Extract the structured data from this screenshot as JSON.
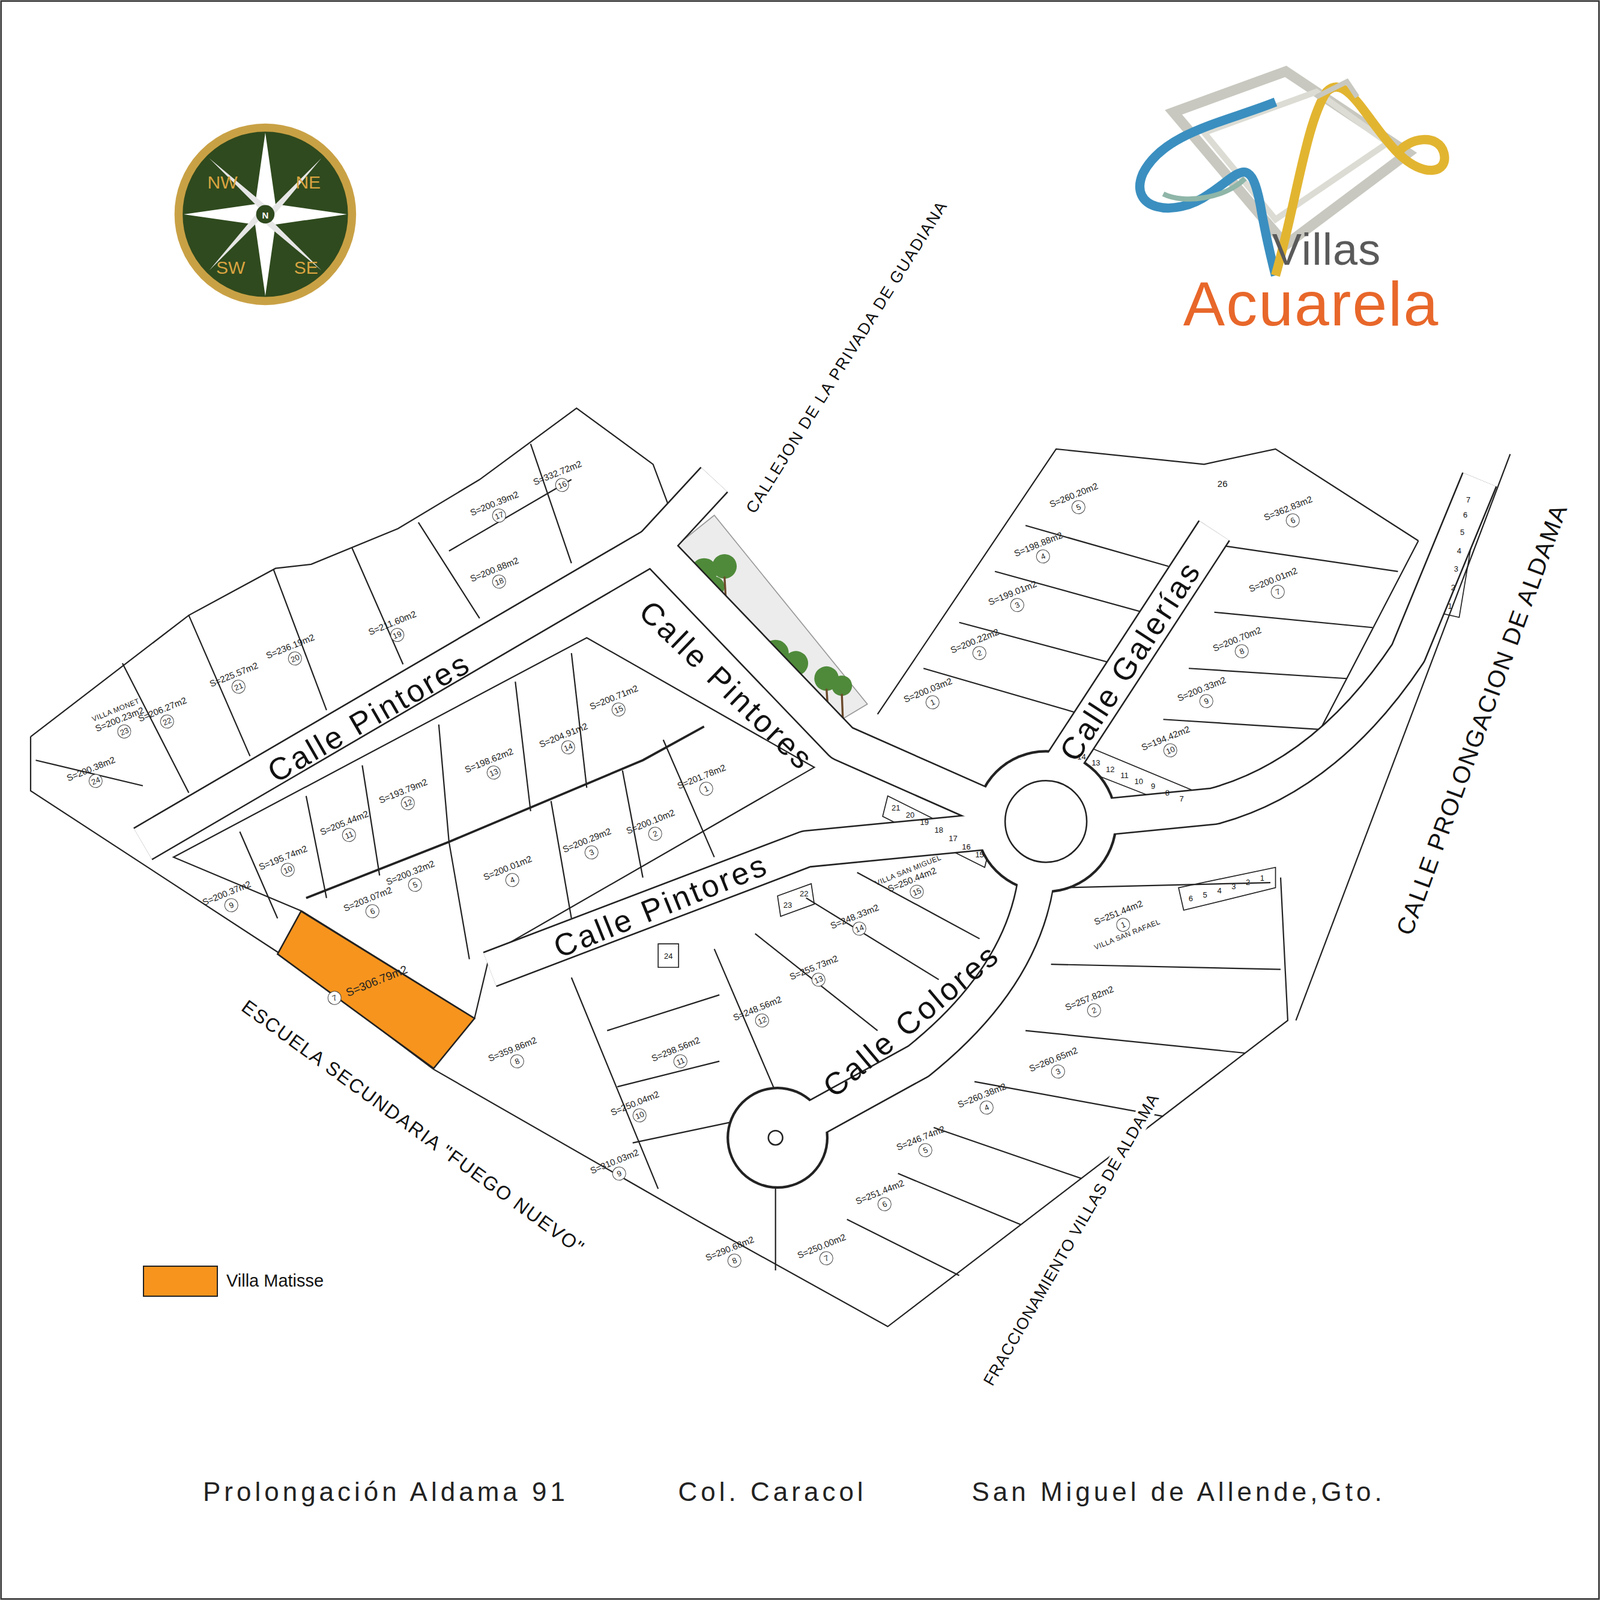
{
  "diagram": {
    "nodes": [
      {
        "text": [
          "S=332.72m2",
          "16"
        ]
      },
      {
        "text": [
          "S=200.39m2",
          "17"
        ]
      },
      {
        "text": [
          "S=200.88m2",
          "18"
        ]
      },
      {
        "text": [
          "S=211.60m2",
          "19"
        ]
      },
      {
        "text": [
          "S=236.19m2",
          "20"
        ]
      },
      {
        "text": [
          "S=225.57m2",
          "21"
        ]
      },
      {
        "text": [
          "S=206.27m2",
          "22"
        ]
      },
      {
        "text": [
          "VILLA MONET",
          "S=200.23m2",
          "23"
        ]
      },
      {
        "text": [
          "S=200.38m2",
          "24"
        ]
      },
      {
        "text": [
          "S=200.71m2",
          "15"
        ]
      },
      {
        "text": [
          "S=204.91m2",
          "14"
        ]
      },
      {
        "text": [
          "S=198.62m2",
          "13"
        ]
      },
      {
        "text": [
          "S=193.79m2",
          "12"
        ]
      },
      {
        "text": [
          "S=205.44m2",
          "11"
        ]
      },
      {
        "text": [
          "S=201.78m2",
          "1"
        ]
      },
      {
        "text": [
          "S=200.10m2",
          "2"
        ]
      },
      {
        "text": [
          "S=200.29m2",
          "3"
        ]
      },
      {
        "text": [
          "S=200.01m2",
          "4"
        ]
      },
      {
        "text": [
          "S=200.32m2",
          "5"
        ]
      },
      {
        "text": [
          "S=203.07m2",
          "6"
        ]
      },
      {
        "text": [
          "S=195.74m2",
          "10"
        ]
      },
      {
        "text": [
          "S=200.37m2",
          "9"
        ]
      },
      {
        "text": [
          "7",
          "S=306.79m2"
        ]
      },
      {
        "text": [
          "S=359.86m2",
          "8"
        ]
      },
      {
        "text": [
          "S=260.20m2",
          "5"
        ]
      },
      {
        "text": [
          "S=198.88m2",
          "4"
        ]
      },
      {
        "text": [
          "S=199.01m2",
          "3"
        ]
      },
      {
        "text": [
          "S=200.22m2",
          "2"
        ]
      },
      {
        "text": [
          "S=200.03m2",
          "1"
        ]
      },
      {
        "text": [
          "S=362.83m2",
          "6"
        ]
      },
      {
        "text": [
          "S=200.01m2",
          "7"
        ]
      },
      {
        "text": [
          "S=200.70m2",
          "8"
        ]
      },
      {
        "text": [
          "S=200.33m2",
          "9"
        ]
      },
      {
        "text": [
          "S=194.42m2",
          "10"
        ]
      },
      {
        "text": [
          "VILLA SAN MIGUEL",
          "S=250.44m2",
          "15"
        ]
      },
      {
        "text": [
          "S=248.33m2",
          "14"
        ]
      },
      {
        "text": [
          "S=255.73m2",
          "13"
        ]
      },
      {
        "text": [
          "S=248.56m2",
          "12"
        ]
      },
      {
        "text": [
          "S=298.56m2",
          "11"
        ]
      },
      {
        "text": [
          "S=250.04m2",
          "10"
        ]
      },
      {
        "text": [
          "S=310.03m2",
          "9"
        ]
      },
      {
        "text": [
          "S=251.44m2",
          "1",
          "VILLA SAN RAFAEL"
        ]
      },
      {
        "text": [
          "S=257.82m2",
          "2"
        ]
      },
      {
        "text": [
          "S=260.65m2",
          "3"
        ]
      },
      {
        "text": [
          "S=260.38m2",
          "4"
        ]
      },
      {
        "text": [
          "S=246.74m2",
          "5"
        ]
      },
      {
        "text": [
          "S=251.44m2",
          "6"
        ]
      },
      {
        "text": [
          "S=250.00m2",
          "7"
        ]
      },
      {
        "text": [
          "S=290.68m2",
          "8"
        ]
      }
    ],
    "labels": [
      "Villas",
      "Acuarela",
      "NW",
      "NE",
      "SW",
      "SE",
      "N",
      "CALLEJON DE LA PRIVADA DE GUADIANA",
      "Calle Pintores",
      "Calle Pintores",
      "Calle Galerías",
      "26",
      "CALLE PROLONGACION DE ALDAMA",
      "Calle Pintores",
      "Calle Colores",
      "ESCUELA SECUNDARIA \"FUEGO NUEVO\"",
      "FRACCIONAMIENTO VILLAS DE ALDAMA",
      "1",
      "2",
      "3",
      "4",
      "5",
      "6",
      "7",
      "14",
      "13",
      "12",
      "11",
      "10",
      "9",
      "8",
      "7",
      "21",
      "20",
      "19",
      "18",
      "17",
      "16",
      "15",
      "6",
      "5",
      "4",
      "3",
      "2",
      "1",
      "24",
      "23",
      "22",
      "Prolongación Aldama 91",
      "Col. Caracol",
      "San Miguel de Allende,Gto."
    ],
    "legend": [
      {
        "text": "Villa Matisse",
        "color": "#f7941d"
      }
    ]
  }
}
